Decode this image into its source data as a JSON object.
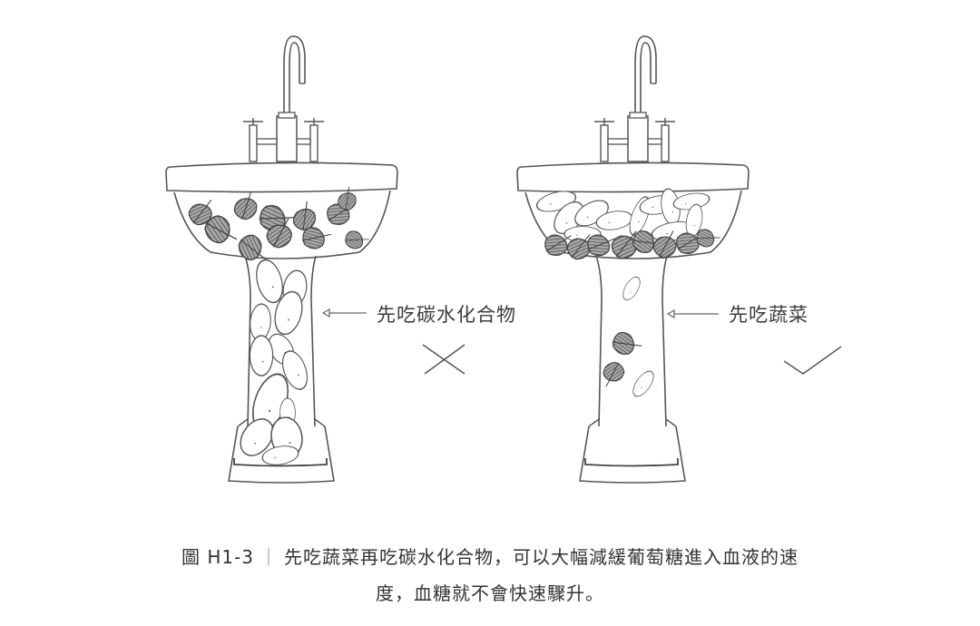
{
  "figure": {
    "left_panel": {
      "label": "先吃碳水化合物",
      "verdict_icon": "cross-mark",
      "description": "Sink with leaves (vegetables) in basin and stones (carbohydrates) filling the pedestal drain"
    },
    "right_panel": {
      "label": "先吃蔬菜",
      "verdict_icon": "check-mark",
      "description": "Sink with stones resting on leaves in the basin; pedestal mostly clear"
    }
  },
  "caption": {
    "figure_id": "圖 H1-3",
    "separator": "｜",
    "line1": "先吃蔬菜再吃碳水化合物，可以大幅減緩葡萄糖進入血液的速",
    "line2": "度，血糖就不會快速驟升。"
  },
  "colors": {
    "stroke": "#555555",
    "leaf_fill": "#8a8a8a",
    "text": "#333333"
  }
}
